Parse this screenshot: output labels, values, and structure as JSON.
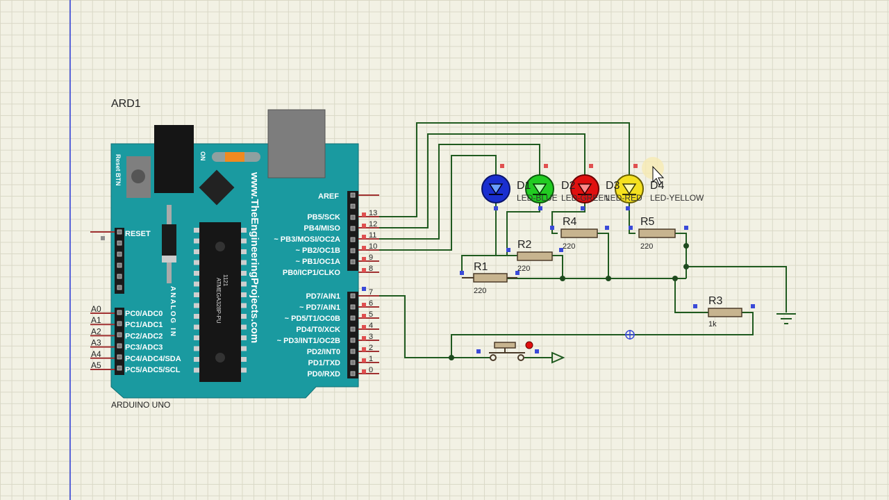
{
  "arduino": {
    "ref": "ARD1",
    "model": "ARDUINO UNO",
    "website": "www.TheEngineeringProjects.com",
    "reset_btn": "Reset BTN",
    "on_label": "ON",
    "reset_pin": "RESET",
    "analog_label": "ANALOG IN",
    "chip_text": "ATMEGA328P-PU",
    "chip_code": "1121",
    "aref": "AREF",
    "pb_pins": [
      {
        "label": "PB5/SCK",
        "num": "13"
      },
      {
        "label": "PB4/MISO",
        "num": "12"
      },
      {
        "label": "~ PB3/MOSI/OC2A",
        "num": "11"
      },
      {
        "label": "~ PB2/OC1B",
        "num": "10"
      },
      {
        "label": "~ PB1/OC1A",
        "num": "9"
      },
      {
        "label": "PB0/ICP1/CLKO",
        "num": "8"
      }
    ],
    "pd_pins": [
      {
        "label": "PD7/AIN1",
        "num": "7"
      },
      {
        "label": "~ PD7/AIN1",
        "num": "6"
      },
      {
        "label": "~ PD5/T1/OC0B",
        "num": "5"
      },
      {
        "label": "PD4/T0/XCK",
        "num": "4"
      },
      {
        "label": "~ PD3/INT1/OC2B",
        "num": "3"
      },
      {
        "label": "PD2/INT0",
        "num": "2"
      },
      {
        "label": "PD1/TXD",
        "num": "1"
      },
      {
        "label": "PD0/RXD",
        "num": "0"
      }
    ],
    "analog_pins": [
      {
        "label": "PC0/ADC0",
        "num": "A0"
      },
      {
        "label": "PC1/ADC1",
        "num": "A1"
      },
      {
        "label": "PC2/ADC2",
        "num": "A2"
      },
      {
        "label": "PC3/ADC3",
        "num": "A3"
      },
      {
        "label": "PC4/ADC4/SDA",
        "num": "A4"
      },
      {
        "label": "PC5/ADC5/SCL",
        "num": "A5"
      }
    ]
  },
  "leds": {
    "d1": "D1",
    "d2": "D2",
    "d3": "D3",
    "d4": "D4",
    "d4_type": "LED-YELLOW",
    "sub1": "LED-BLUE",
    "sub2": "LED-GREEN",
    "sub3": "LED-RED"
  },
  "resistors": {
    "r1": {
      "ref": "R1",
      "value": "220"
    },
    "r2": {
      "ref": "R2",
      "value": "220"
    },
    "r3": {
      "ref": "R3",
      "value": "1k"
    },
    "r4": {
      "ref": "R4",
      "value": "220"
    },
    "r5": {
      "ref": "R5",
      "value": "220"
    }
  },
  "colors": {
    "board": "#1a9aa0",
    "wire": "#1f5a1f",
    "resistor": "#c7b48f",
    "pin": "#a03030",
    "led_blue": "#1a2fd0",
    "led_green": "#22cc22",
    "led_red": "#e01010",
    "led_yellow": "#f4e020"
  }
}
